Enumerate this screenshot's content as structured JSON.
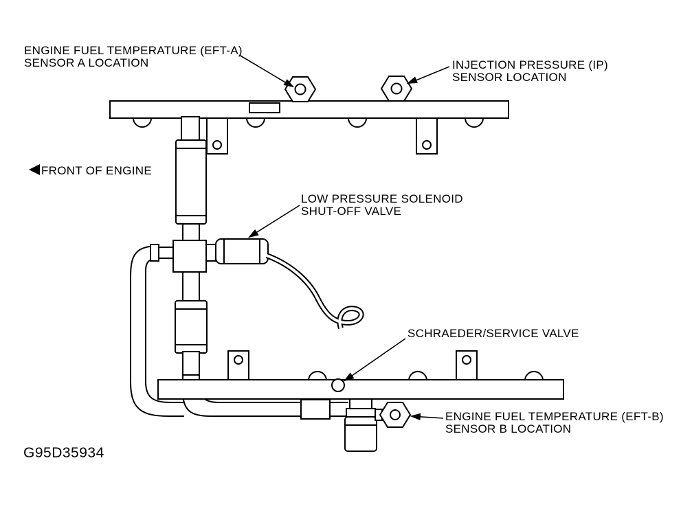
{
  "figure": {
    "id_code": "G95D35934",
    "background_color": "#ffffff",
    "line_color": "#000000"
  },
  "callouts": {
    "eft_a": {
      "line1": "ENGINE FUEL TEMPERATURE (EFT-A)",
      "line2": "SENSOR A LOCATION"
    },
    "ip_sensor": {
      "line1": "INJECTION PRESSURE (IP)",
      "line2": "SENSOR LOCATION"
    },
    "front_of_engine": {
      "text": "FRONT OF ENGINE"
    },
    "low_pressure_solenoid": {
      "line1": "LOW PRESSURE SOLENOID",
      "line2": "SHUT-OFF VALVE"
    },
    "schraeder_valve": {
      "text": "SCHRAEDER/SERVICE VALVE"
    },
    "eft_b": {
      "line1": "ENGINE FUEL TEMPERATURE (EFT-B)",
      "line2": "SENSOR B LOCATION"
    }
  }
}
